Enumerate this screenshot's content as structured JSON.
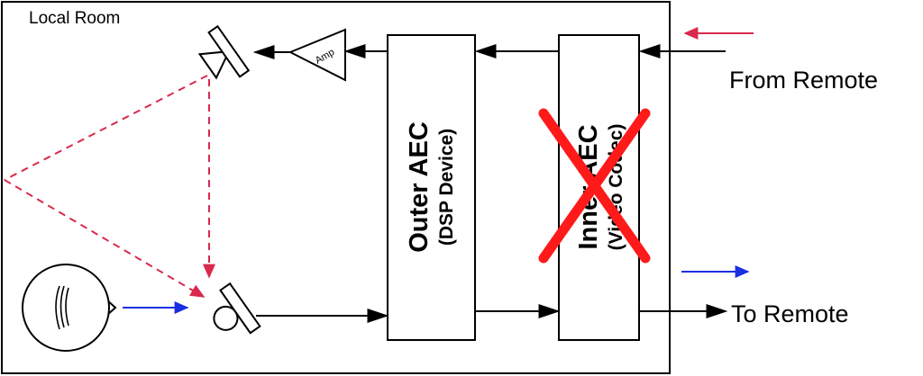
{
  "room": {
    "label": "Local Room"
  },
  "io": {
    "from_remote": "From Remote",
    "to_remote": "To Remote"
  },
  "amp": {
    "label": "Amp"
  },
  "blocks": {
    "outer": {
      "title": "Outer AEC",
      "subtitle": "(DSP Device)"
    },
    "inner": {
      "title": "Inner AEC",
      "subtitle": "(Video Codec)",
      "disabled": true
    }
  },
  "icons": [
    "speaker-icon",
    "microphone-icon",
    "person-head-icon",
    "amplifier-icon"
  ],
  "colors": {
    "echo_path": "#d9294d",
    "disabled_mark": "#ff1a1a",
    "input_signal_arrow": "#d9294d",
    "output_signal_arrow": "#1a2fe0",
    "line": "#000000"
  }
}
